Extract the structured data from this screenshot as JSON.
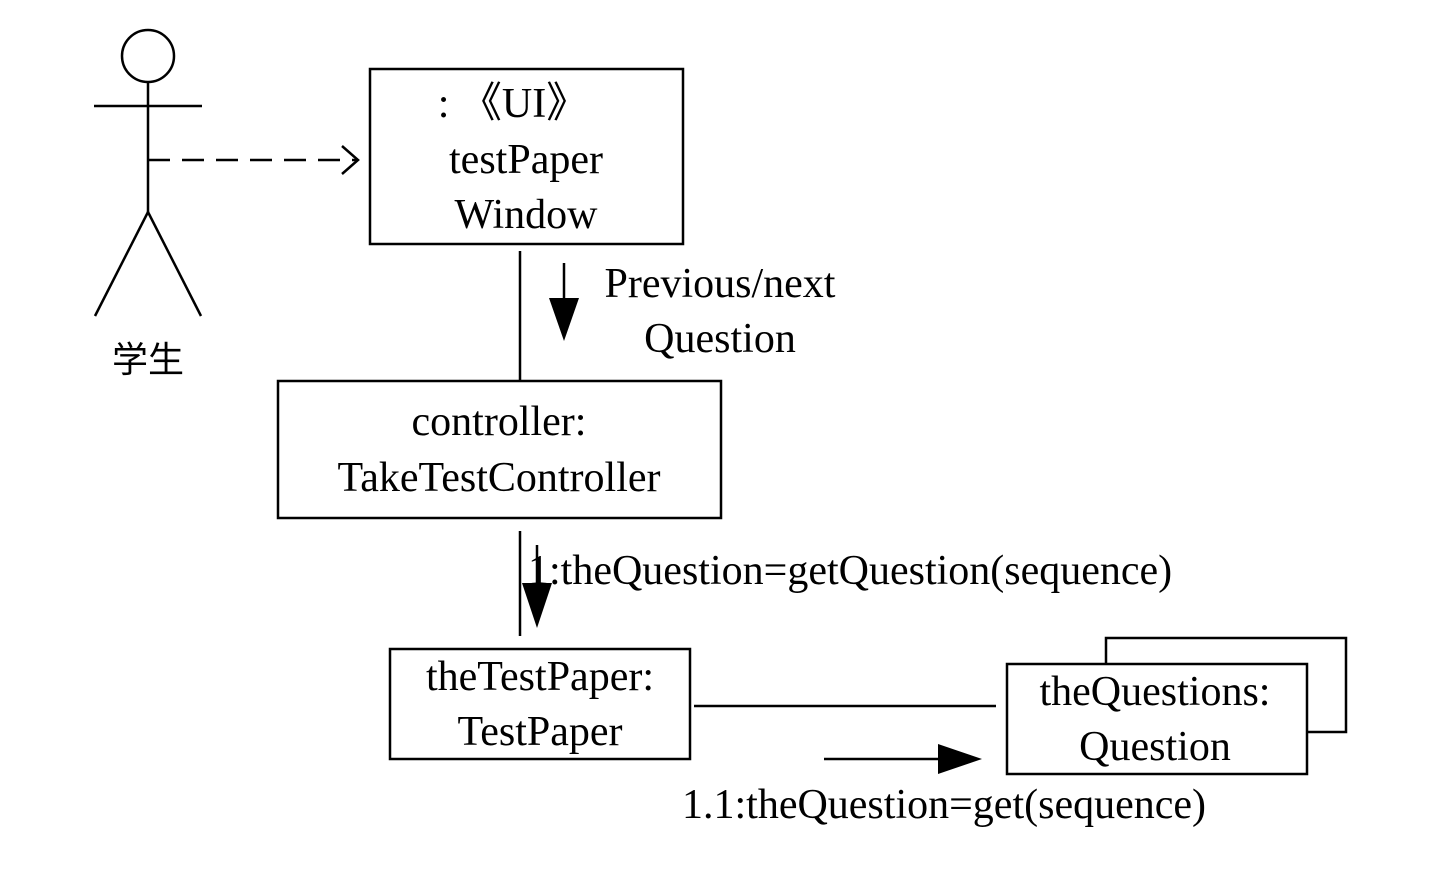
{
  "diagram": {
    "actor": {
      "name": "学生"
    },
    "objects": {
      "window": {
        "line1": ": 《UI》",
        "line2": "testPaper",
        "line3": "Window"
      },
      "controller": {
        "line1": "controller:",
        "line2": "TakeTestController"
      },
      "test_paper": {
        "line1": "theTestPaper:",
        "line2": "TestPaper"
      },
      "questions": {
        "line1": "theQuestions:",
        "line2": "Question"
      }
    },
    "messages": {
      "ui_event": {
        "line1": "Previous/next",
        "line2": "Question"
      },
      "get_question": "1:theQuestion=getQuestion(sequence)",
      "get": "1.1:theQuestion=get(sequence)"
    }
  }
}
